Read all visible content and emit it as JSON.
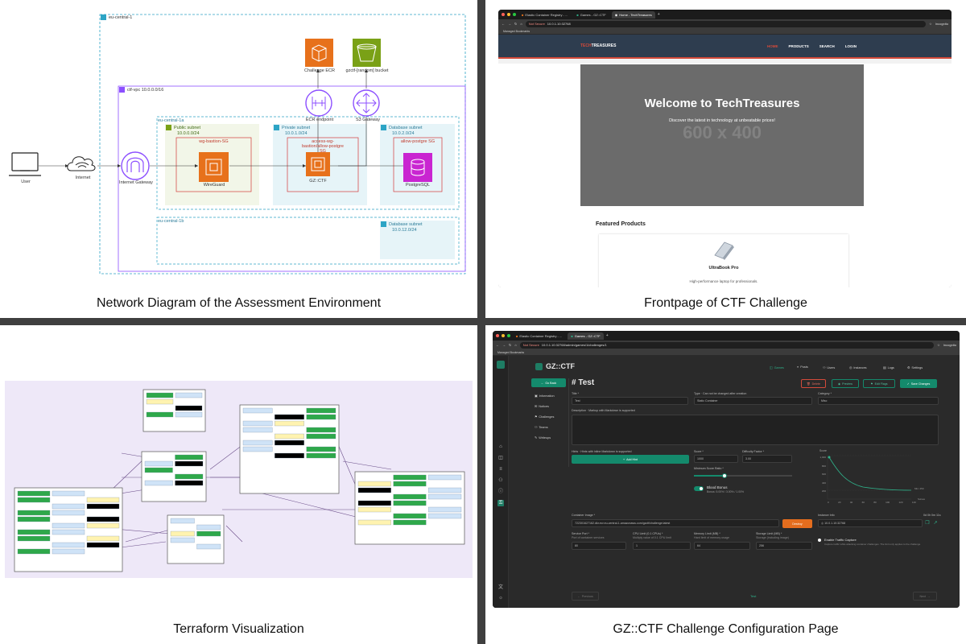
{
  "captions": {
    "network": "Network Diagram of the Assessment Environment",
    "frontpage": "Frontpage of CTF Challenge",
    "terraform": "Terraform Visualization",
    "gzctf": "GZ::CTF Challenge Configuration Page"
  },
  "network_diagram": {
    "region": "eu-central-1",
    "vpc": "ctf-vpc 10.0.0.0/16",
    "az_a": "eu-central-1a",
    "az_b": "eu-central-1b",
    "user": "User",
    "internet": "Internet",
    "igw": "Internet Gateway",
    "ecr": "Challenge ECR",
    "bucket": "gzctf-[random] bucket",
    "ecr_endpoint": "ECR endpoint",
    "s3_gateway": "S3 Gateway",
    "public_subnet": "Public subnet",
    "public_cidr": "10.0.0.0/24",
    "private_subnet": "Private subnet",
    "private_cidr": "10.0.1.0/24",
    "db_subnet": "Database subnet",
    "db_cidr": "10.0.2.0/24",
    "db_subnet_b": "Database subnet",
    "db_cidr_b": "10.0.12.0/24",
    "sg_bastion": "wg-bastion-SG",
    "sg_private": "access-wg-bastion/allow-postgre SG",
    "sg_postgre": "allow-postgre SG",
    "wireguard": "WireGuard",
    "gzctf": "GZ::CTF",
    "postgresql": "PostgreSQL"
  },
  "frontpage": {
    "tabs": [
      "Elastic Container Registry - ...",
      "Games - GZ::CTF",
      "Home - TechTreasures"
    ],
    "not_secure": "Not Secure",
    "url": "10.0.1.10:32768",
    "incognito": "Incognito",
    "bookmarks": "Managed Bookmarks",
    "brand_a": "TECH",
    "brand_b": "TREASURES",
    "nav": [
      "HOME",
      "PRODUCTS",
      "SEARCH",
      "LOGIN"
    ],
    "hero_title": "Welcome to TechTreasures",
    "hero_subtitle": "Discover the latest in technology at unbeatable prices!",
    "placeholder": "600 x 400",
    "featured": "Featured Products",
    "product_name": "UltraBook Pro",
    "product_desc": "High-performance laptop for professionals."
  },
  "gzctf": {
    "tabs": [
      "Elastic Container Registry - ...",
      "Games - GZ::CTF"
    ],
    "not_secure": "Not Secure",
    "url": "10.0.1.10:32768/admin/games/1/challenges/1",
    "incognito": "Incognito",
    "bookmarks": "Managed Bookmarks",
    "brand": "GZ::CTF",
    "topnav": [
      "Games",
      "Posts",
      "Users",
      "Instances",
      "Logs",
      "Settings"
    ],
    "back": "Go Back",
    "side": [
      "Information",
      "Notices",
      "Challenges",
      "Teams",
      "Writeups"
    ],
    "title": "# Test",
    "delete": "Delete",
    "preview": "Preview",
    "edit_flags": "Edit Flags",
    "save": "Save Changes",
    "f_title": "Title *",
    "f_title_val": "Test",
    "f_type": "Type · Can not be changed after creation",
    "f_type_val": "Static Container",
    "f_category": "Category *",
    "f_category_val": "Misc",
    "f_desc": "Description · Markup with Markdown is supported",
    "f_hints": "Hints · Hints with inline Markdown is supported",
    "add_hint": "Add Hint",
    "f_score": "Score *",
    "f_score_val": "1000",
    "f_difficulty": "Difficulty Factor *",
    "f_difficulty_val": "3.00",
    "f_min_ratio": "Minimum Score Ratio *",
    "blood": "Blood Bonus",
    "blood_sub": "Bonus: 5.00% / 3.00% / 1.00%",
    "graph_title": "Score",
    "graph_y": [
      "1,000",
      "800",
      "600",
      "400",
      "200",
      "0"
    ],
    "graph_x": [
      "0",
      "20",
      "40",
      "60",
      "80",
      "100",
      "120",
      "140"
    ],
    "graph_legend": [
      "Min: 250",
      "Solves"
    ],
    "f_image": "Container Image *",
    "f_image_val": "722301627162.dkr.ecr.eu-central-1.amazonaws.com/gzctf/challenge:latest",
    "destroy": "Destroy",
    "inst_label": "Instance Info",
    "inst_time": "0d 0h 0m 11s",
    "inst_val": "10.0.1.10:32768",
    "f_port": "Service Port *",
    "f_port_sub": "Port of container services",
    "f_port_val": "80",
    "f_cpu": "CPU Limit (0.1 CPUs) *",
    "f_cpu_sub": "Multiply value of 0.1 CPU limit",
    "f_cpu_val": "1",
    "f_mem": "Memory Limit (MB) *",
    "f_mem_sub": "Hard limit of memory usage",
    "f_mem_val": "64",
    "f_storage": "Storage Limit (MB) *",
    "f_storage_sub": "Storage (including image)",
    "f_storage_val": "256",
    "traffic": "Enable Traffic Capture",
    "traffic_sub": "Capture traffic while attacking container challenges. The limit only applies to the challenge",
    "prev": "Previous",
    "current": "Test",
    "next": "Next"
  },
  "colors": {
    "aws_orange": "#e7711b",
    "aws_green": "#7aa116",
    "aws_purple": "#8c4fff",
    "aws_pink": "#c925d1",
    "gz_teal": "#148a6c",
    "tt_navy": "#2e3d4f"
  }
}
